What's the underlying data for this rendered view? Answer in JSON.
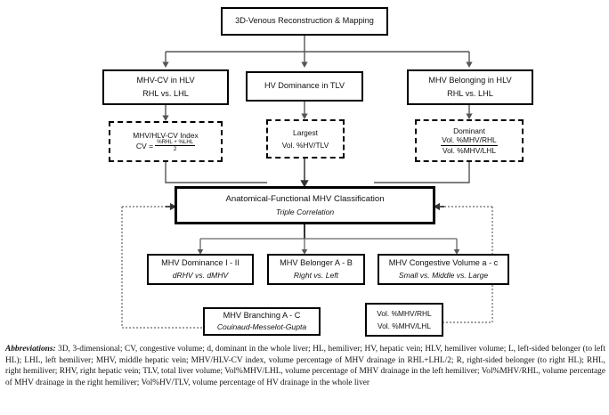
{
  "diagram": {
    "title": "3D-Venous Reconstruction & Mapping",
    "row2": [
      {
        "line1": "MHV-CV in HLV",
        "line2": "RHL vs. LHL"
      },
      {
        "line1": "HV Dominance in TLV",
        "line2": ""
      },
      {
        "line1": "MHV Belonging in HLV",
        "line2": "RHL vs. LHL"
      }
    ],
    "row3": [
      {
        "line1": "MHV/HLV-CV Index",
        "formula_lhs": "CV =",
        "formula_num": "%RHL + %LHL",
        "formula_den": "2"
      },
      {
        "line1": "Largest",
        "line2": "Vol. %HV/TLV"
      },
      {
        "line1": "Dominant",
        "line2": "Vol. %MHV/RHL",
        "line3": "Vol. %MHV/LHL"
      }
    ],
    "center": {
      "line1": "Anatomical-Functional MHV Classification",
      "line2": "Triple Correlation"
    },
    "row4": [
      {
        "line1": "MHV Dominance I - II",
        "line2": "dRHV vs. dMHV"
      },
      {
        "line1": "MHV Belonger A - B",
        "line2": "Right vs. Left"
      },
      {
        "line1": "MHV Congestive Volume a - c",
        "line2": "Small vs. Middle vs. Large"
      }
    ],
    "row5": [
      {
        "line1": "MHV Branching A - C",
        "line2": "Couinaud-Messelot-Gupta"
      },
      {
        "line1": "Vol. %MHV/RHL",
        "line2": "Vol. %MHV/LHL"
      }
    ]
  },
  "caption": {
    "label": "Abbreviations:",
    "text": " 3D, 3-dimensional; CV, congestive volume; d, dominant in the whole liver; HL, hemiliver; HV, hepatic vein; HLV, hemiliver volume; L, left-sided belonger (to left HL); LHL, left hemiliver; MHV, middle hepatic vein; MHV/HLV-CV index, volume percentage of MHV drainage in RHL+LHL/2; R, right-sided belonger (to right HL); RHL, right hemiliver; RHV, right hepatic vein; TLV, total liver volume; Vol%MHV/LHL, volume percentage of MHV drainage in the left hemiliver; Vol%MHV/RHL, volume percentage of MHV drainage in the right hemiliver; Vol%HV/TLV, volume percentage of HV drainage in the whole liver"
  },
  "colors": {
    "stroke": "#000000",
    "background": "#ffffff",
    "text": "#111111"
  }
}
